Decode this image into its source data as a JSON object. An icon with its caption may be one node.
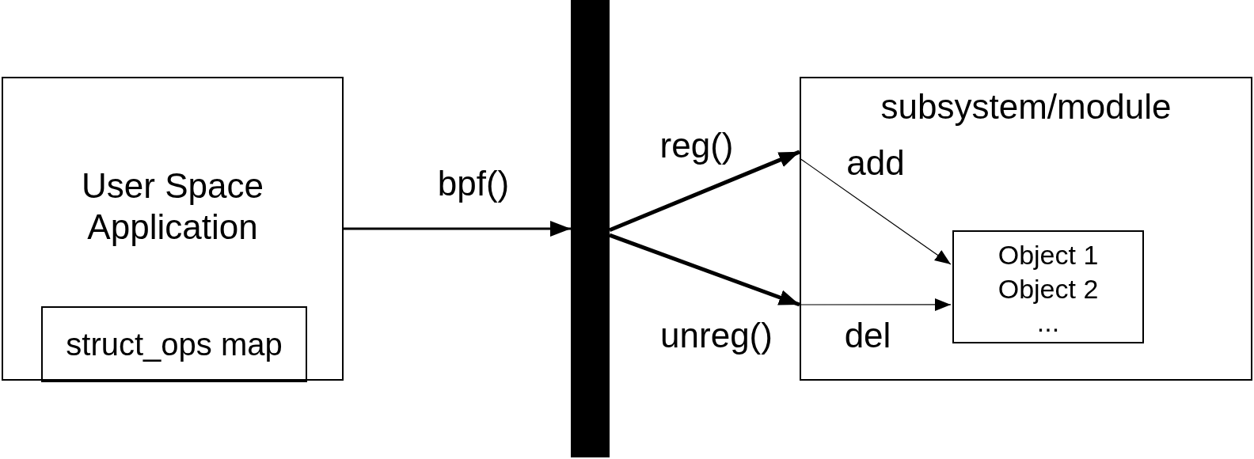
{
  "diagram": {
    "nodes": [
      {
        "text": [
          "User Space Application"
        ]
      },
      {
        "text": [
          "struct_ops map"
        ],
        "in": 0
      },
      {
        "text": [],
        "shape": "bar"
      },
      {
        "text": [
          "subsystem/module"
        ]
      },
      {
        "text": [
          "Object 1",
          "Object 2",
          "..."
        ],
        "in": 3
      }
    ],
    "edges": [
      {
        "from": 0,
        "to": 2,
        "arrow": "to",
        "label": "bpf()"
      },
      {
        "from": 2,
        "to": 3,
        "arrow": "to",
        "label": "reg()"
      },
      {
        "from": 2,
        "to": 3,
        "arrow": "to",
        "label": "unreg()"
      },
      {
        "from": 3,
        "to": 4,
        "arrow": "to",
        "label": "add"
      },
      {
        "from": 3,
        "to": 4,
        "arrow": "to",
        "label": "del"
      }
    ]
  }
}
